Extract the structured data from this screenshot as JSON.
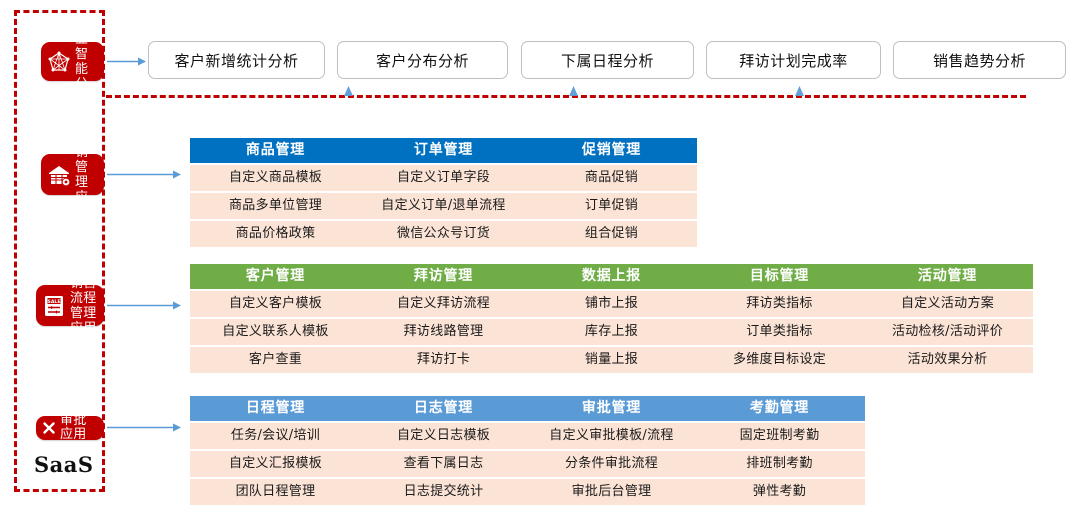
{
  "container": {
    "label": "SaaS",
    "border_color": "#C00000"
  },
  "palette": {
    "badge_red": "#C00000",
    "header_blue": "#0070C0",
    "header_green": "#70AD47",
    "header_light_blue": "#5B9BD5",
    "item_peach": "#FBE3D6",
    "arrow_blue": "#5B9BD5"
  },
  "sidebar": {
    "badges": [
      {
        "label": "商业智\n能分析",
        "icon": "network-graph-icon"
      },
      {
        "label": "动销管\n理应用",
        "icon": "store-house-icon"
      },
      {
        "label": "销售流程\n管理应用",
        "icon": "sale-document-icon"
      },
      {
        "label": "审批应用",
        "icon": "x-mark-icon"
      }
    ]
  },
  "top_row": {
    "buttons": [
      {
        "label": "客户新增统计分析"
      },
      {
        "label": "客户分布分析"
      },
      {
        "label": "下属日程分析"
      },
      {
        "label": "拜访计划完成率"
      },
      {
        "label": "销售趋势分析"
      }
    ]
  },
  "groups": [
    {
      "name": "动销管理应用",
      "header_color": "#0070C0",
      "cards": [
        {
          "title": "商品管理",
          "items": [
            "自定义商品模板",
            "商品多单位管理",
            "商品价格政策"
          ]
        },
        {
          "title": "订单管理",
          "items": [
            "自定义订单字段",
            "自定义订单/退单流程",
            "微信公众号订货"
          ]
        },
        {
          "title": "促销管理",
          "items": [
            "商品促销",
            "订单促销",
            "组合促销"
          ]
        }
      ]
    },
    {
      "name": "销售流程管理应用",
      "header_color": "#70AD47",
      "cards": [
        {
          "title": "客户管理",
          "items": [
            "自定义客户模板",
            "自定义联系人模板",
            "客户查重"
          ]
        },
        {
          "title": "拜访管理",
          "items": [
            "自定义拜访流程",
            "拜访线路管理",
            "拜访打卡"
          ]
        },
        {
          "title": "数据上报",
          "items": [
            "铺市上报",
            "库存上报",
            "销量上报"
          ]
        },
        {
          "title": "目标管理",
          "items": [
            "拜访类指标",
            "订单类指标",
            "多维度目标设定"
          ]
        },
        {
          "title": "活动管理",
          "items": [
            "自定义活动方案",
            "活动检核/活动评价",
            "活动效果分析"
          ]
        }
      ]
    },
    {
      "name": "审批应用",
      "header_color": "#5B9BD5",
      "cards": [
        {
          "title": "日程管理",
          "items": [
            "任务/会议/培训",
            "自定义汇报模板",
            "团队日程管理"
          ]
        },
        {
          "title": "日志管理",
          "items": [
            "自定义日志模板",
            "查看下属日志",
            "日志提交统计"
          ]
        },
        {
          "title": "审批管理",
          "items": [
            "自定义审批模板/流程",
            "分条件审批流程",
            "审批后台管理"
          ]
        },
        {
          "title": "考勤管理",
          "items": [
            "固定班制考勤",
            "排班制考勤",
            "弹性考勤"
          ]
        }
      ]
    }
  ]
}
